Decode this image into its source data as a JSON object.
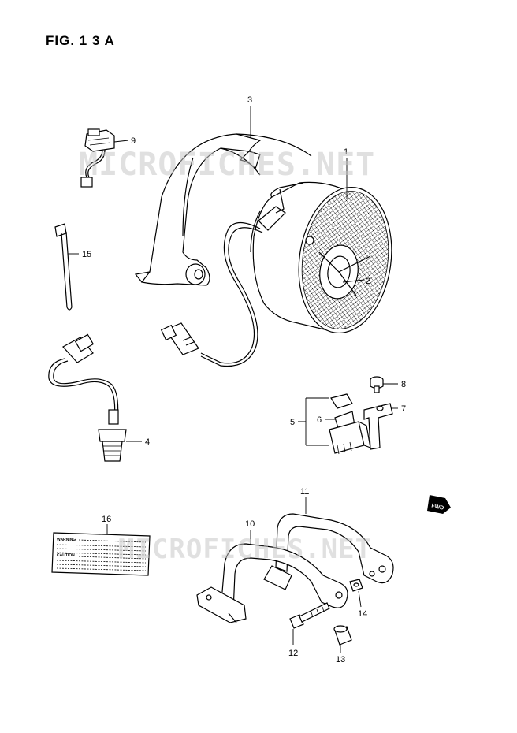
{
  "figure": {
    "title": "FIG. 1 3 A"
  },
  "watermark": {
    "text_top": "MICROFICHES.NET",
    "text_bottom": "MICROFICHES.NET"
  },
  "fwd_badge": {
    "text": "FWD"
  },
  "warning_label": {
    "warning_text": "WARNING",
    "caution_text": "CAUTION"
  },
  "callouts": {
    "c1": "1",
    "c2": "2",
    "c3": "3",
    "c4": "4",
    "c5": "5",
    "c6": "6",
    "c7": "7",
    "c8": "8",
    "c9": "9",
    "c10": "10",
    "c11": "11",
    "c12": "12",
    "c13": "13",
    "c14": "14",
    "c15": "15",
    "c16": "16"
  }
}
